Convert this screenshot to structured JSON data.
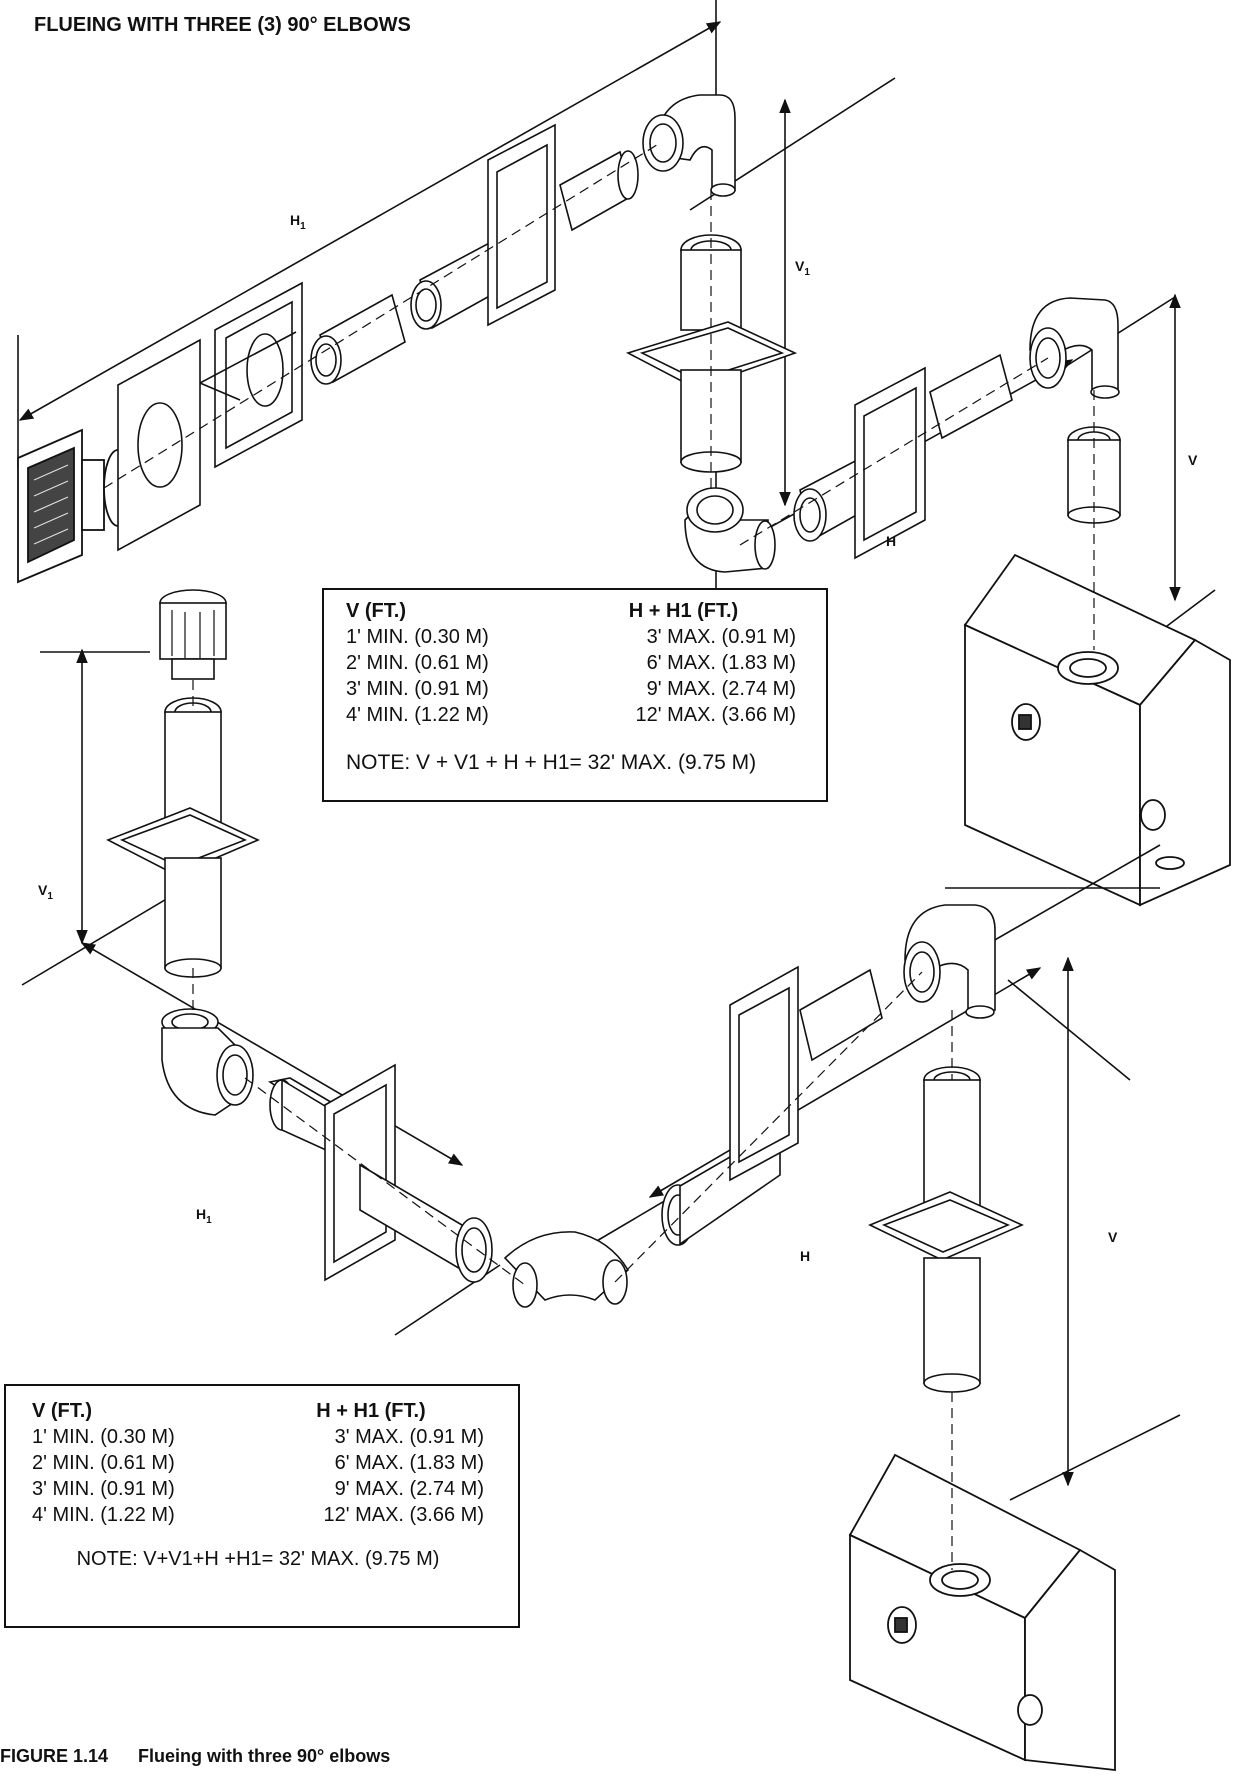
{
  "title": "FLUEING WITH THREE (3) 90° ELBOWS",
  "labels": {
    "H1": "H",
    "H1_sub": "1",
    "V1": "V",
    "V1_sub": "1",
    "V": "V",
    "H": "H"
  },
  "table_top": {
    "col1_header": "V (FT.)",
    "col2_header": "H + H1 (FT.)",
    "rows": [
      {
        "v": "1'  MIN.  (0.30 M)",
        "h": "3' MAX.  (0.91 M)"
      },
      {
        "v": "2'  MIN.  (0.61 M)",
        "h": "6' MAX.  (1.83 M)"
      },
      {
        "v": "3'  MIN.  (0.91 M)",
        "h": "9' MAX.  (2.74 M)"
      },
      {
        "v": "4'  MIN.  (1.22 M)",
        "h": "12' MAX.  (3.66 M)"
      }
    ],
    "note": "NOTE:  V + V1 + H + H1= 32' MAX. (9.75 M)"
  },
  "table_bottom": {
    "col1_header": "V (FT.)",
    "col2_header": "H  + H1 (FT.)",
    "rows": [
      {
        "v": "1'  MIN. (0.30 M)",
        "h": "3'  MAX. (0.91 M)"
      },
      {
        "v": "2'  MIN. (0.61 M)",
        "h": "6'  MAX. (1.83 M)"
      },
      {
        "v": "3'  MIN. (0.91 M)",
        "h": "9'  MAX. (2.74 M)"
      },
      {
        "v": "4'  MIN. (1.22 M)",
        "h": "12'  MAX. (3.66 M)"
      }
    ],
    "note": "NOTE: V+V1+H +H1= 32' MAX. (9.75 M)"
  },
  "caption": {
    "number": "FIGURE 1.14",
    "text": "Flueing with three 90° elbows"
  }
}
